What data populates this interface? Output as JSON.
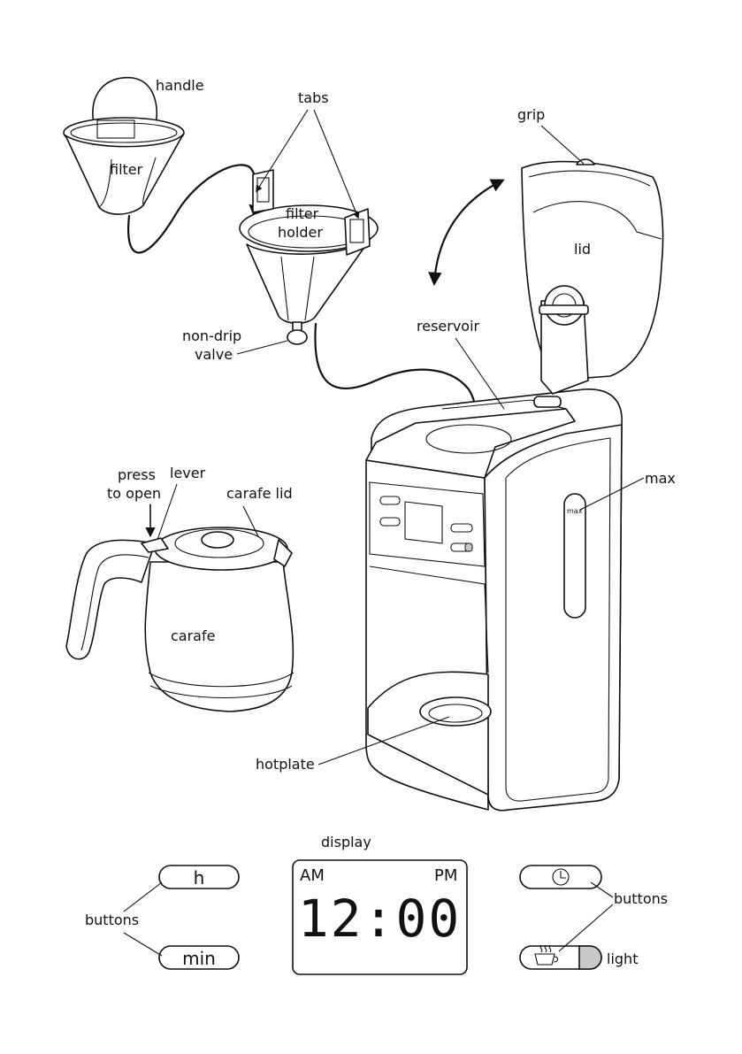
{
  "labels": {
    "handle": "handle",
    "tabs": "tabs",
    "filter": "filter",
    "filter_holder_1": "filter",
    "filter_holder_2": "holder",
    "grip": "grip",
    "lid": "lid",
    "non_drip_1": "non-drip",
    "non_drip_2": "valve",
    "reservoir": "reservoir",
    "press_1": "press",
    "press_2": "to open",
    "lever": "lever",
    "carafe_lid": "carafe lid",
    "max": "max",
    "max_mark": "max",
    "carafe": "carafe",
    "hotplate": "hotplate"
  },
  "panel": {
    "display_caption": "display",
    "hour_button": "h",
    "minute_button": "min",
    "left_buttons": "buttons",
    "right_buttons": "buttons",
    "am": "AM",
    "pm": "PM",
    "time": "12:00",
    "light": "light"
  },
  "colors": {
    "light_indicator": "#c8c8c8"
  },
  "icons": {
    "clock": "clock-icon",
    "coffee": "coffee-cup-icon"
  }
}
